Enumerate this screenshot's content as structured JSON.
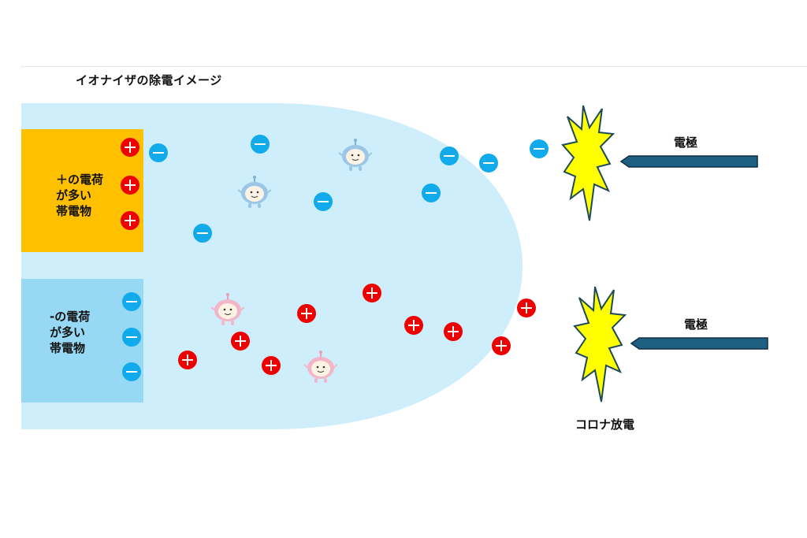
{
  "title": "イオナイザの除電イメージ",
  "positive_object_label": "＋の電荷\nが多い\n帯電物",
  "negative_object_label": "-の電荷\nが多い\n帯電物",
  "electrode_top_label": "電極",
  "electrode_bottom_label": "電極",
  "corona_label": "コロナ放電",
  "colors": {
    "cloud": "#cdeefa",
    "positive_object": "#ffc000",
    "negative_object": "#97d9f4",
    "plus_ion": "#ee0000",
    "minus_ion": "#11aaea",
    "spark": "#ffff00",
    "electrode": "#1f5f7f"
  }
}
